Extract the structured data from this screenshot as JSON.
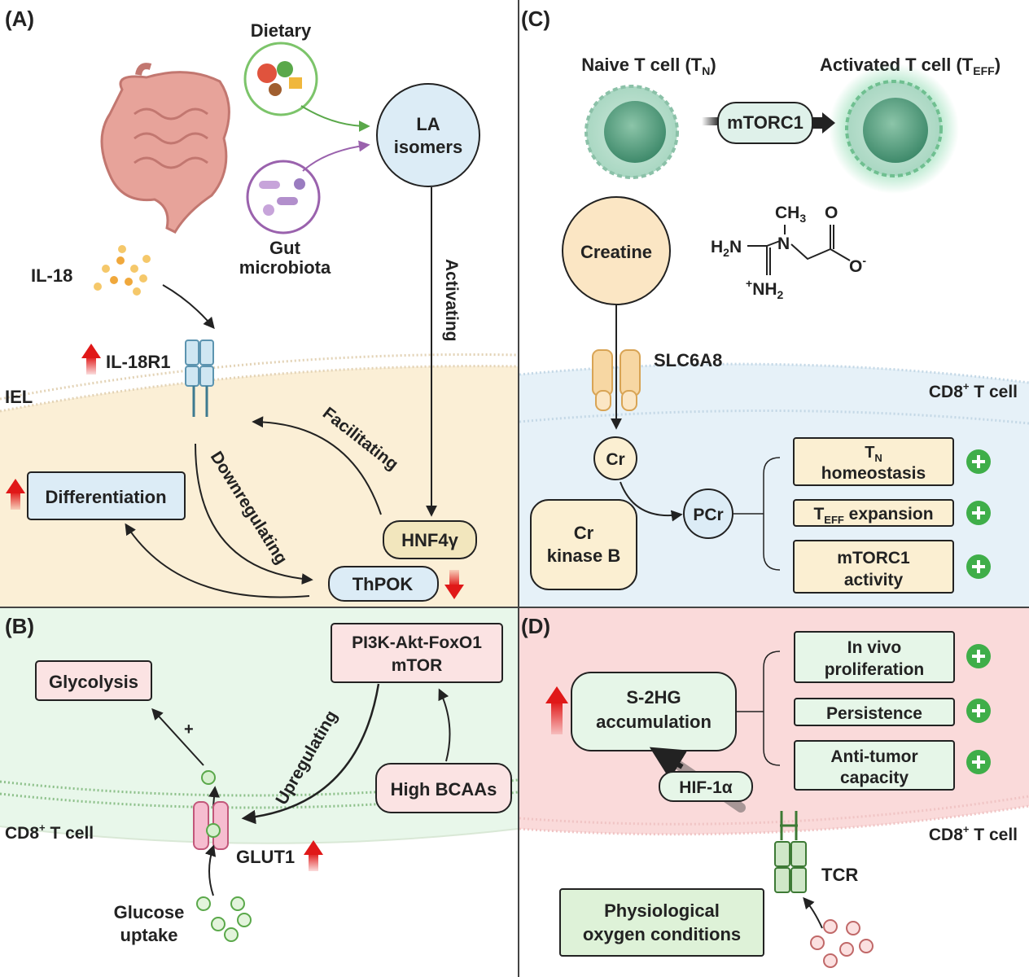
{
  "panels": {
    "a": {
      "letter": "(A)",
      "dietary": "Dietary",
      "gut_1": "Gut",
      "gut_2": "microbiota",
      "la_1": "LA",
      "la_2": "isomers",
      "activating": "Activating",
      "il18": "IL-18",
      "il18r1": "IL-18R1",
      "iel": "IEL",
      "facilitating": "Facilitating",
      "downregulating": "Downregulating",
      "differentiation": "Differentiation",
      "hnf4": "HNF4γ",
      "thpok": "ThPOK"
    },
    "b": {
      "letter": "(B)",
      "glycolysis": "Glycolysis",
      "plus": "+",
      "pi3k_1": "PI3K-Akt-FoxO1",
      "pi3k_2": "mTOR",
      "upregulating": "Upregulating",
      "bcaa": "High BCAAs",
      "cell": "CD8",
      "cell_sup": "+",
      "cell_rest": " T cell",
      "glut1": "GLUT1",
      "glucose_1": "Glucose",
      "glucose_2": "uptake"
    },
    "c": {
      "letter": "(C)",
      "naive": "Naive T cell (T",
      "naive_sub": "N",
      "naive_end": ")",
      "activated": "Activated T cell (T",
      "activated_sub": "EFF",
      "activated_end": ")",
      "mtorc1": "mTORC1",
      "creatine": "Creatine",
      "slc": "SLC6A8",
      "cell": "CD8",
      "cell_sup": "+",
      "cell_rest": " T cell",
      "cr": "Cr",
      "pcr": "PCr",
      "kinase_1": "Cr",
      "kinase_2": "kinase B",
      "tn_t": "T",
      "tn_sub": "N",
      "tn_2": "homeostasis",
      "teff_t": "T",
      "teff_sub": "EFF",
      "teff_rest": " expansion",
      "mtor_1": "mTORC1",
      "mtor_2": "activity",
      "chem_ch3": "CH",
      "chem_ch3_sub": "3",
      "chem_o": "O",
      "chem_h2n": "H",
      "chem_h2n_sub": "2",
      "chem_h2n_n": "N",
      "chem_n": "N",
      "chem_ominus": "O",
      "chem_ominus_sup": "-",
      "chem_nh2_sup": "+",
      "chem_nh2": "NH",
      "chem_nh2_sub": "2"
    },
    "d": {
      "letter": "(D)",
      "s2hg_1": "S-2HG",
      "s2hg_2": "accumulation",
      "prolif_1": "In vivo",
      "prolif_2": "proliferation",
      "persistence": "Persistence",
      "antitumor_1": "Anti-tumor",
      "antitumor_2": "capacity",
      "hif": "HIF-1α",
      "cell": "CD8",
      "cell_sup": "+",
      "cell_rest": " T cell",
      "tcr": "TCR",
      "oxygen_1": "Physiological",
      "oxygen_2": "oxygen conditions"
    }
  },
  "colors": {
    "panel_a_bg": "#fbefd6",
    "panel_b_bg": "#e8f7ea",
    "panel_c_bg": "#e6f1f8",
    "panel_d_bg": "#fadada",
    "box_blue": "#dcecf6",
    "box_cream": "#fbefd2",
    "box_pink": "#fbe3e3",
    "box_green": "#e6f6e8",
    "plus_green": "#3fae49",
    "up_red": "#e01818"
  }
}
